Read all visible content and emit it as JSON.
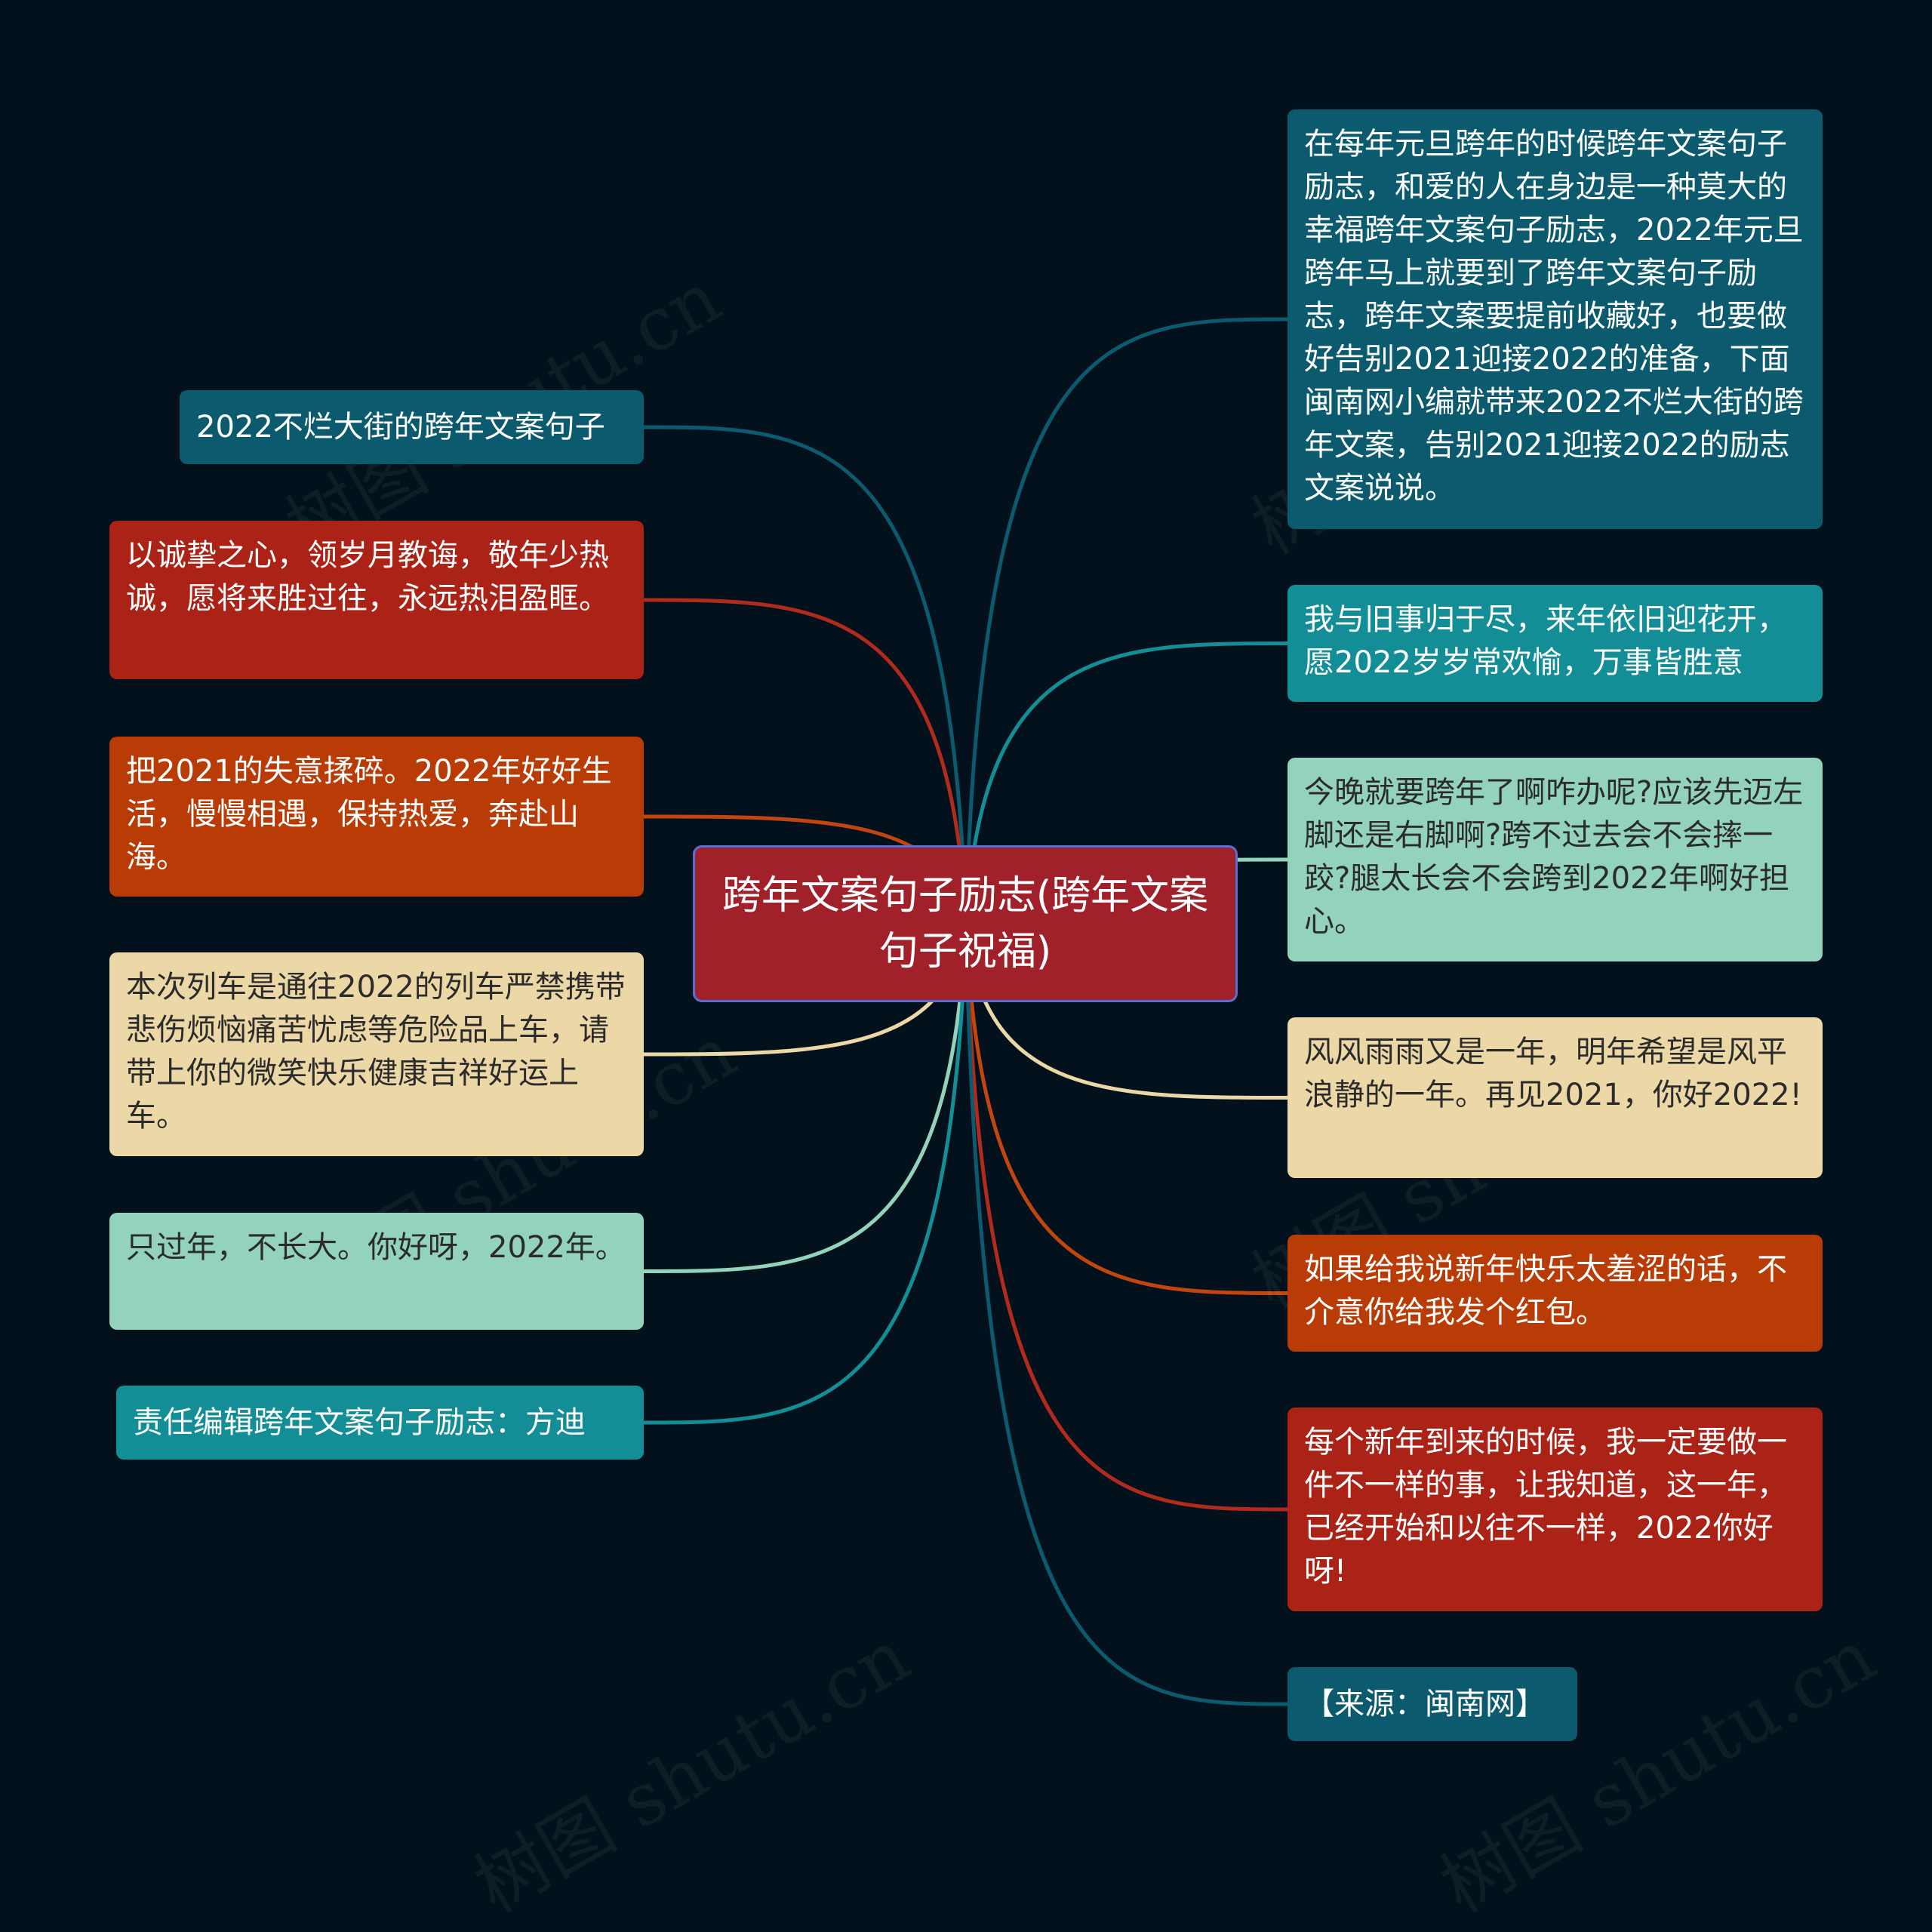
{
  "title": "跨年文案句子励志(跨年文案句子祝福)",
  "watermark": "树图 shutu.cn",
  "colors": {
    "background": "#02111b",
    "dark_teal": "#0c5a6e",
    "teal": "#148e96",
    "mint": "#93d2bb",
    "cream": "#ebd8a6",
    "orange": "#b93b06",
    "red": "#ab2217",
    "root": "#a1212b"
  },
  "left": [
    {
      "text": "2022不烂大街的跨年文案句子",
      "color": "#0c5a6e",
      "line": "#0c5a6e",
      "fg": "#ffffff"
    },
    {
      "text": "以诚挚之心，领岁月教诲，敬年少热诚，愿将来胜过往，永远热泪盈眶。",
      "color": "#ab2217",
      "line": "#b02a1d",
      "fg": "#ffffff"
    },
    {
      "text": "把2021的失意揉碎。2022年好好生活，慢慢相遇，保持热爱，奔赴山海。",
      "color": "#b93b06",
      "line": "#c0450f",
      "fg": "#ffffff"
    },
    {
      "text": "本次列车是通往2022的列车严禁携带悲伤烦恼痛苦忧虑等危险品上车，请带上你的微笑快乐健康吉祥好运上车。",
      "color": "#ebd8a6",
      "line": "#ebd8a6",
      "fg": "#2b2b2b"
    },
    {
      "text": "只过年，不长大。你好呀，2022年。",
      "color": "#93d2bb",
      "line": "#93d2bb",
      "fg": "#2b2b2b"
    },
    {
      "text": "责任编辑跨年文案句子励志：方迪",
      "color": "#148e96",
      "line": "#148e96",
      "fg": "#ffffff"
    }
  ],
  "right": [
    {
      "text": "在每年元旦跨年的时候跨年文案句子励志，和爱的人在身边是一种莫大的幸福跨年文案句子励志，2022年元旦跨年马上就要到了跨年文案句子励志，跨年文案要提前收藏好，也要做好告别2021迎接2022的准备，下面闽南网小编就带来2022不烂大街的跨年文案，告别2021迎接2022的励志文案说说。",
      "color": "#0c5a6e",
      "line": "#0c5a6e",
      "fg": "#ffffff"
    },
    {
      "text": "我与旧事归于尽，来年依旧迎花开，愿2022岁岁常欢愉，万事皆胜意",
      "color": "#148e96",
      "line": "#148e96",
      "fg": "#ffffff"
    },
    {
      "text": "今晚就要跨年了啊咋办呢?应该先迈左脚还是右脚啊?跨不过去会不会摔一跤?腿太长会不会跨到2022年啊好担心。",
      "color": "#93d2bb",
      "line": "#93d2bb",
      "fg": "#2b2b2b"
    },
    {
      "text": "风风雨雨又是一年，明年希望是风平浪静的一年。再见2021，你好2022!",
      "color": "#ebd8a6",
      "line": "#ebd8a6",
      "fg": "#2b2b2b"
    },
    {
      "text": "如果给我说新年快乐太羞涩的话，不介意你给我发个红包。",
      "color": "#b93b06",
      "line": "#c0450f",
      "fg": "#ffffff"
    },
    {
      "text": "每个新年到来的时候，我一定要做一件不一样的事，让我知道，这一年，已经开始和以往不一样，2022你好呀!",
      "color": "#ab2217",
      "line": "#b02a1d",
      "fg": "#ffffff"
    },
    {
      "text": "【来源：闽南网】",
      "color": "#0c5a6e",
      "line": "#0c5a6e",
      "fg": "#ffffff"
    }
  ]
}
